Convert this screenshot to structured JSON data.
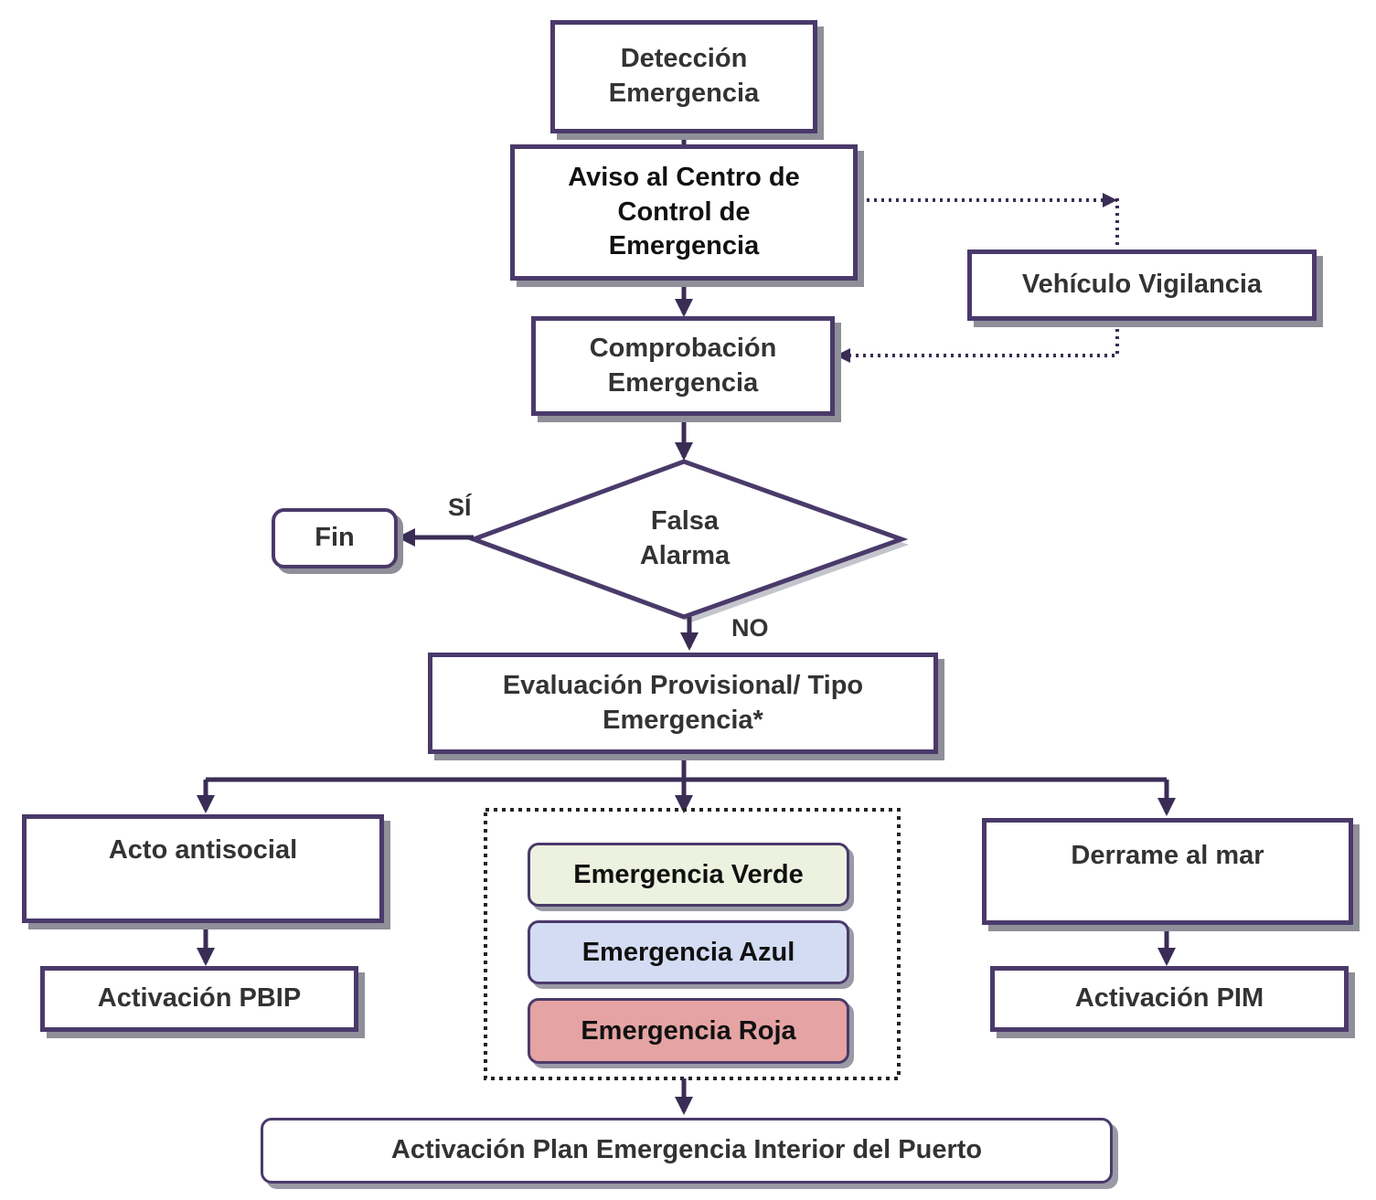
{
  "nodes": {
    "deteccion": "Detección Emergencia",
    "aviso": "Aviso al Centro de Control de Emergencia",
    "vehiculo": "Vehículo Vigilancia",
    "comprobacion": "Comprobación Emergencia",
    "falsa_alarma": "Falsa Alarma",
    "fin": "Fin",
    "evaluacion": "Evaluación Provisional/ Tipo Emergencia*",
    "acto_antisocial": "Acto antisocial",
    "activacion_pbip": "Activación PBIP",
    "emergencia_verde": "Emergencia Verde",
    "emergencia_azul": "Emergencia Azul",
    "emergencia_roja": "Emergencia Roja",
    "derrame": "Derrame al mar",
    "activacion_pim": "Activación PIM",
    "activacion_plan": "Activación Plan Emergencia Interior del Puerto"
  },
  "labels": {
    "si": "SÍ",
    "no": "NO"
  },
  "colors": {
    "border": "#4a3a6a",
    "verde": "#ecf2df",
    "azul": "#d3dcf2",
    "roja": "#e5a3a3"
  }
}
